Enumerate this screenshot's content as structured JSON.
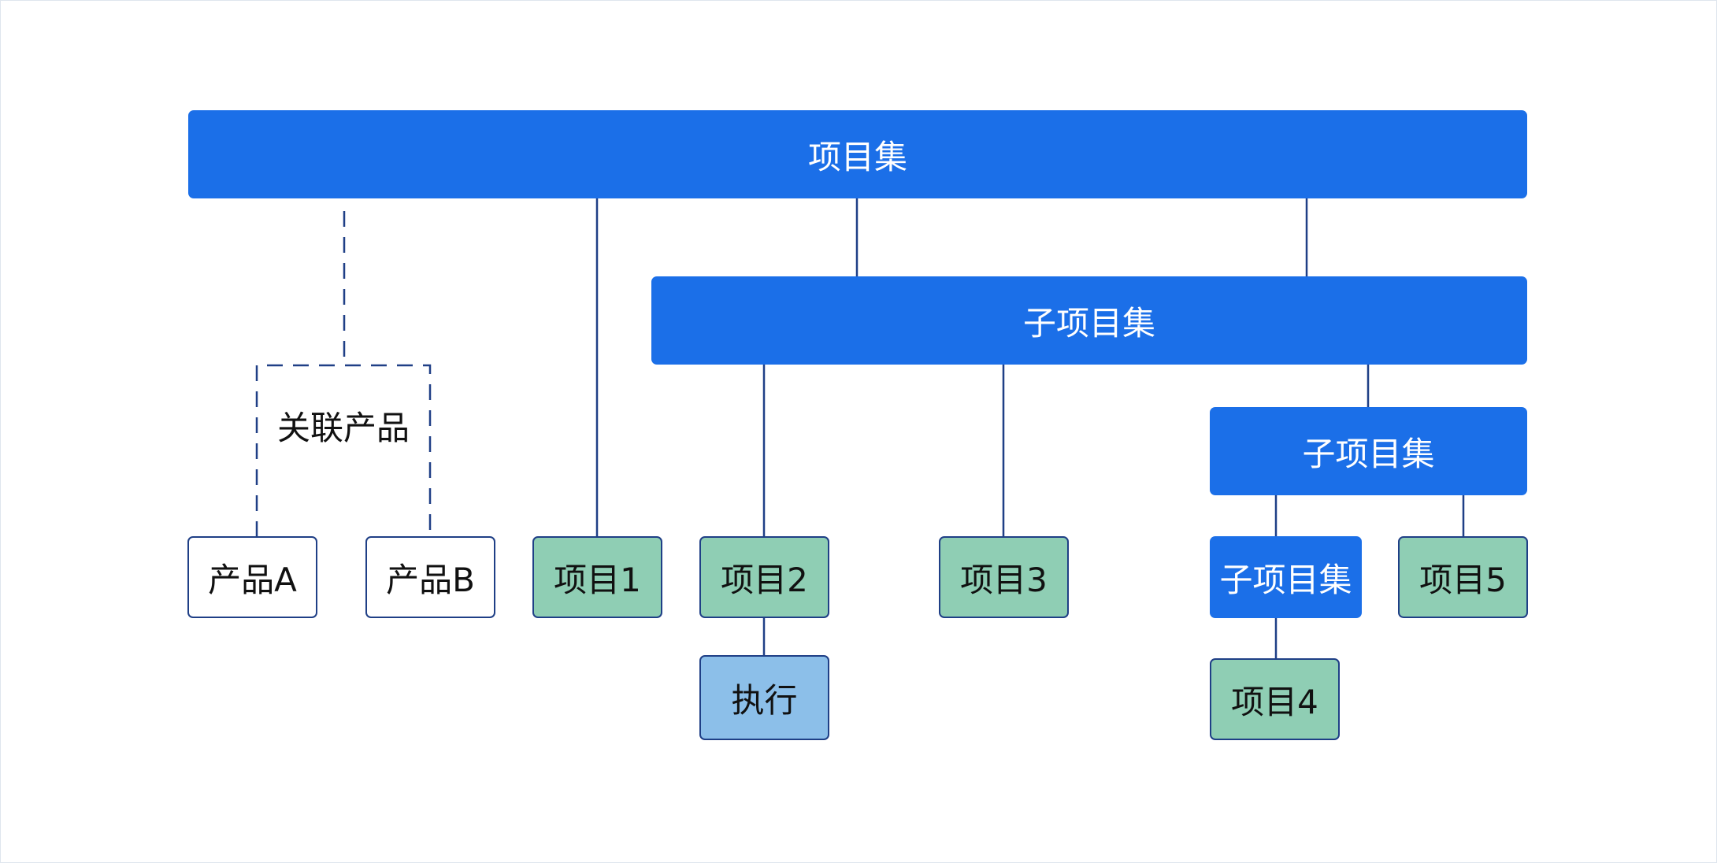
{
  "nodes": {
    "root": "项目集",
    "sub_set_1": "子项目集",
    "sub_set_2": "子项目集",
    "sub_set_3": "子项目集",
    "related_products": "关联产品",
    "product_a": "产品A",
    "product_b": "产品B",
    "project_1": "项目1",
    "project_2": "项目2",
    "project_3": "项目3",
    "project_4": "项目4",
    "project_5": "项目5",
    "execution": "执行"
  },
  "colors": {
    "primary_blue": "#1b6fe8",
    "project_green": "#8fceb4",
    "execution_blue": "#8cbfe9",
    "border_navy": "#1f3f86"
  }
}
